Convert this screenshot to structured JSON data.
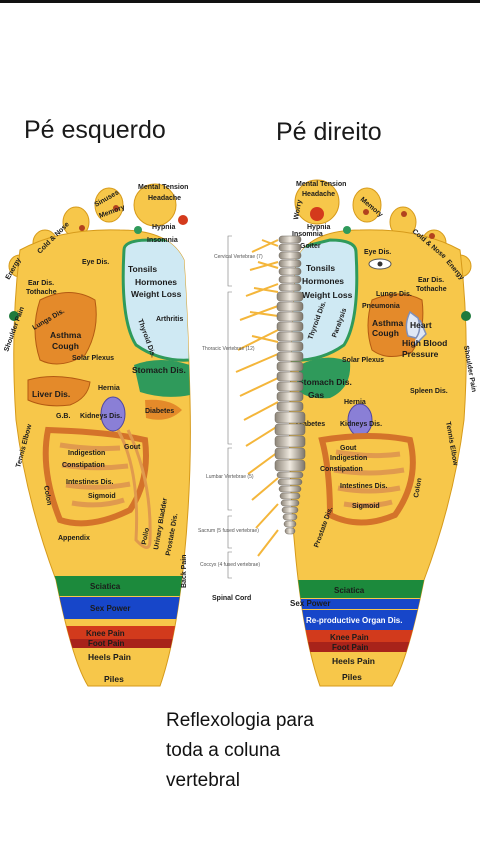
{
  "titles": {
    "left": "Pé esquerdo",
    "right": "Pé direito"
  },
  "left_foot": {
    "mental_tension": "Mental Tension",
    "headache": "Headache",
    "sinuses": "Sinuses",
    "memory": "Memory",
    "hypnia": "Hypnia",
    "insomnia": "Insomnia",
    "cold_nose": "Cold & Nose",
    "energy": "Energy",
    "eye_dis": "Eye Dis.",
    "ear_dis": "Ear Dis.",
    "toothache": "Tothache",
    "tonsils": "Tonsils",
    "hormones": "Hormones",
    "weight_loss": "Weight Loss",
    "shoulder_pain": "Shoulder Pain",
    "lungs_dis": "Lungs Dis.",
    "thyroid_dis": "Thyroid Dis.",
    "arthritis": "Arthritis",
    "asthma": "Asthma",
    "cough": "Cough",
    "solar_plexus": "Solar Plexus",
    "stomach_dis": "Stomach Dis.",
    "liver_dis": "Liver Dis.",
    "hernia": "Hernia",
    "gb": "G.B.",
    "kidneys_dis": "Kidneys Dis.",
    "diabetes": "Diabetes",
    "tennis_elbow": "Tennis Elbow",
    "colon": "Colon",
    "gout": "Gout",
    "indigestion": "Indigestion",
    "constipation": "Constipation",
    "intestines_dis": "Intestines Dis.",
    "sigmoid": "Sigmoid",
    "appendix": "Appendix",
    "polio": "Polio",
    "urinary_bladder": "Urinary Bladder",
    "prostate_dis": "Prostate Dis.",
    "back_pain": "Back Pain",
    "sciatica": "Sciatica",
    "sex_power": "Sex Power",
    "knee_pain": "Knee Pain",
    "foot_pain": "Foot Pain",
    "heels_pain": "Heels Pain",
    "piles": "Piles"
  },
  "right_foot": {
    "mental_tension": "Mental Tension",
    "headache": "Headache",
    "worry": "Worry",
    "memory": "Memory",
    "hypnia": "Hypnia",
    "insomnia": "Insomnia",
    "goiter": "Goiter",
    "eye_dis": "Eye Dis.",
    "cold_nose": "Cold & Nose",
    "energy": "Energy",
    "ear_dis": "Ear Dis.",
    "toothache": "Tothache",
    "tonsils": "Tonsils",
    "hormones": "Hormones",
    "weight_loss": "Weight Loss",
    "lungs_dis": "Lungs Dis.",
    "pneumonia": "Pneumonia",
    "thyroid_dis": "Thyroid Dis.",
    "paralysis": "Paralysis",
    "asthma": "Asthma",
    "cough": "Cough",
    "heart": "Heart",
    "high_blood": "High Blood",
    "pressure": "Pressure",
    "shoulder_pain": "Shoulder Pain",
    "solar_plexus": "Solar Plexus",
    "stomach_dis": "Stomach Dis.",
    "gas": "Gas",
    "spleen_dis": "Spleen Dis.",
    "hernia": "Hernia",
    "diabetes": "Diabetes",
    "kidneys_dis": "Kidneys Dis.",
    "tennis_elbow": "Tennis Elbow",
    "gout": "Gout",
    "indigestion": "Indigestion",
    "constipation": "Constipation",
    "intestines_dis": "Intestines Dis.",
    "sigmoid": "Sigmoid",
    "prostate_dis": "Prostate Dis.",
    "colon": "Colon",
    "sciatica": "Sciatica",
    "sex_power": "Sex Power",
    "reproductive": "Re-productive Organ Dis.",
    "knee_pain": "Knee Pain",
    "foot_pain": "Foot Pain",
    "heels_pain": "Heels Pain",
    "piles": "Piles"
  },
  "spine": {
    "cervical": "Cervical Vertebrae (7)",
    "thoracic": "Thoracic Vertebrae (12)",
    "lumbar": "Lumbar Vertebrae (5)",
    "sacrum": "Sacrum (5 fused vertebrae)",
    "coccyx": "Coccyx (4 fused vertebrae)",
    "spinal_cord": "Spinal Cord"
  },
  "caption": {
    "line1": "Reflexologia para",
    "line2": "toda a coluna",
    "line3": "vertebral"
  },
  "colors": {
    "foot": "#f7c74a",
    "head_zone": "#cfe9f3",
    "green": "#2f9a5b",
    "orange": "#e48a2a",
    "kidney": "#8a7fd6",
    "sciatica": "#1c8a3c",
    "sex_power": "#1746c9",
    "knee_pain": "#d23a1c",
    "foot_pain": "#a8231a"
  }
}
